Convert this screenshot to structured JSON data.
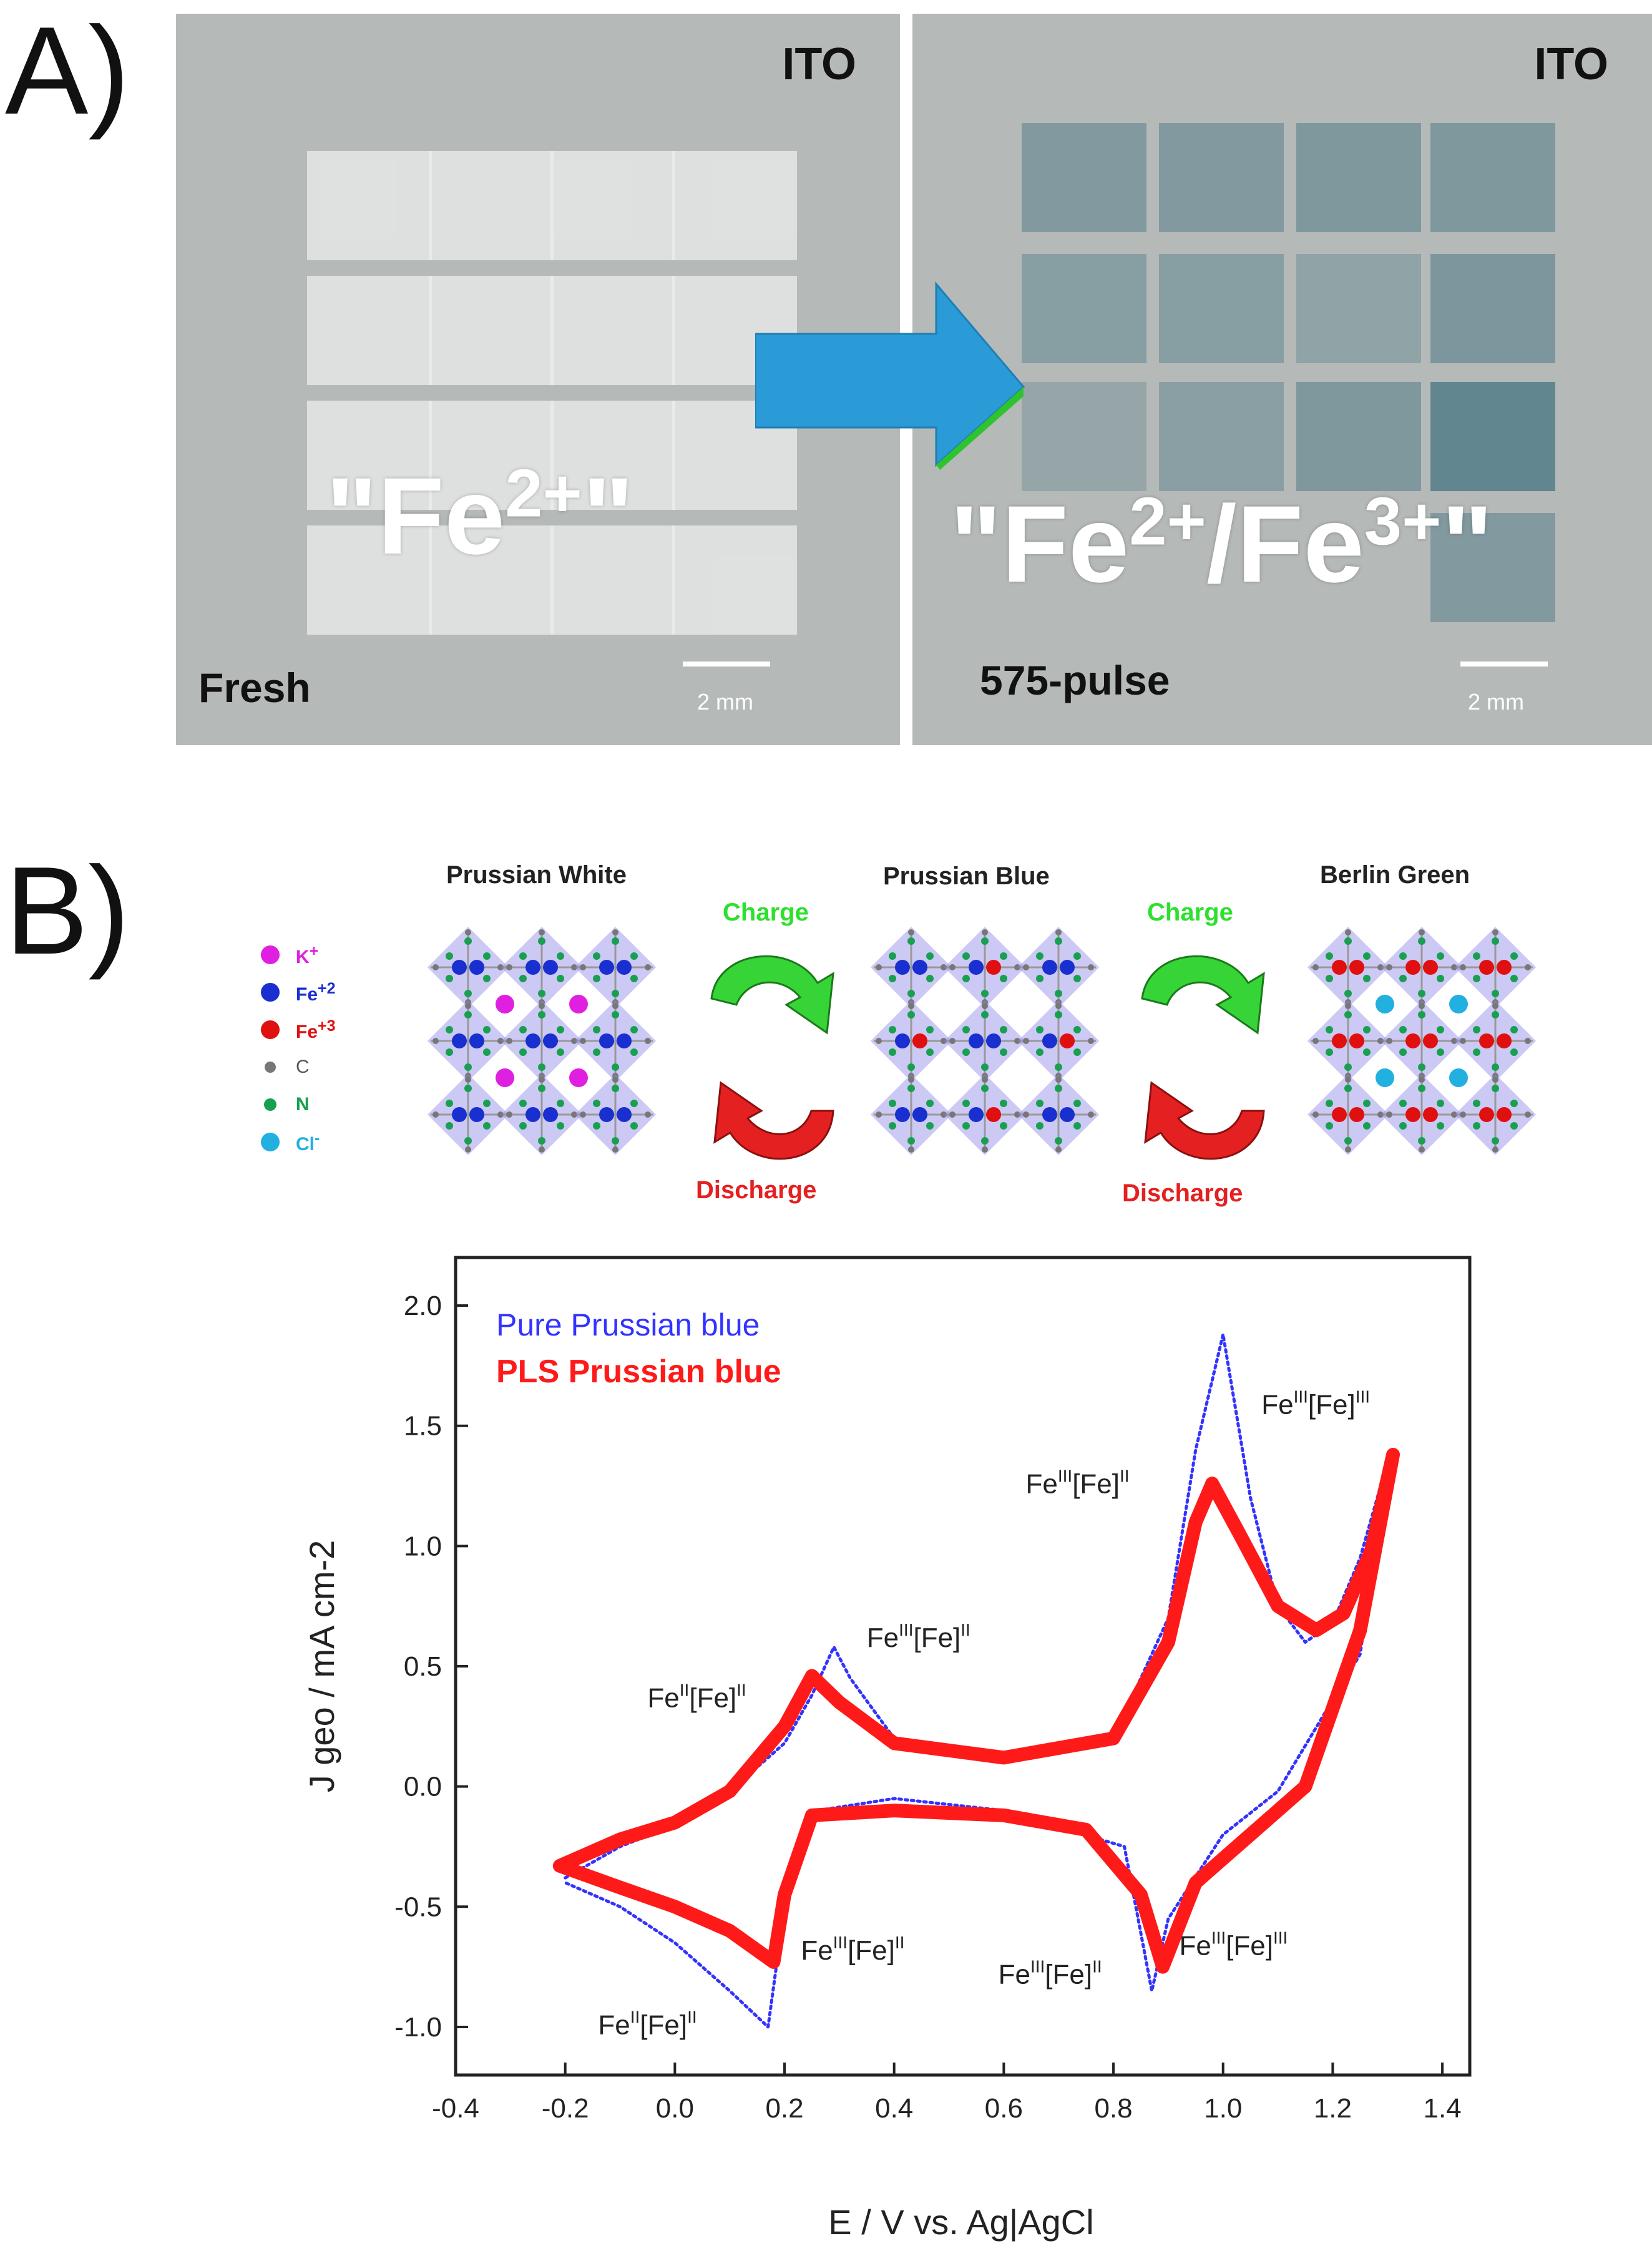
{
  "panel_a": {
    "letter": "A)",
    "left_photo": {
      "substrate": "ITO",
      "state": "Fresh",
      "ion": "Fe",
      "ion_sup": "2+",
      "scale": "2 mm"
    },
    "right_photo": {
      "substrate": "ITO",
      "state": "575-pulse",
      "ion_a": "Fe",
      "ion_a_sup": "2+",
      "ion_sep": "/Fe",
      "ion_b_sup": "3+",
      "scale": "2 mm"
    },
    "colors": {
      "photo_bg": "#b5b9b8",
      "arrow": "#2a9bd6"
    }
  },
  "panel_b": {
    "letter": "B)",
    "phases": [
      "Prussian White",
      "Prussian Blue",
      "Berlin Green"
    ],
    "cycle_labels": {
      "charge": "Charge",
      "discharge": "Discharge"
    },
    "legend": [
      {
        "label": "K",
        "sup": "+",
        "color": "#e020e0"
      },
      {
        "label": "Fe",
        "sup": "+2",
        "color": "#1a2fd0"
      },
      {
        "label": "Fe",
        "sup": "+3",
        "color": "#e01010"
      },
      {
        "label": "C",
        "sup": "",
        "color": "#777777"
      },
      {
        "label": "N",
        "sup": "",
        "color": "#18a050"
      },
      {
        "label": "Cl",
        "sup": "-",
        "color": "#22b0e0"
      }
    ]
  },
  "chart_data": {
    "type": "line",
    "title": "",
    "xlabel": "E / V vs. Ag|AgCl",
    "ylabel": "J geo / mA cm-2",
    "xlim": [
      -0.4,
      1.45
    ],
    "ylim": [
      -1.2,
      2.2
    ],
    "x_ticks": [
      "-0.4",
      "-0.2",
      "0.0",
      "0.2",
      "0.4",
      "0.6",
      "0.8",
      "1.0",
      "1.2",
      "1.4"
    ],
    "y_ticks": [
      "-1.0",
      "-0.5",
      "0.0",
      "0.5",
      "1.0",
      "1.5",
      "2.0"
    ],
    "legend_position": "top-left",
    "series": [
      {
        "name": "Pure Prussian blue",
        "color": "#3333ff",
        "style": "dotted",
        "x": [
          -0.2,
          -0.1,
          0.0,
          0.1,
          0.2,
          0.25,
          0.29,
          0.32,
          0.4,
          0.6,
          0.8,
          0.9,
          0.95,
          1.0,
          1.05,
          1.1,
          1.15,
          1.2,
          1.25,
          1.3,
          1.25,
          1.1,
          1.0,
          0.9,
          0.87,
          0.82,
          0.6,
          0.4,
          0.26,
          0.2,
          0.17,
          0.1,
          0.0,
          -0.1,
          -0.2
        ],
        "y": [
          -0.38,
          -0.25,
          -0.16,
          -0.02,
          0.18,
          0.38,
          0.58,
          0.45,
          0.2,
          0.13,
          0.2,
          0.7,
          1.4,
          1.88,
          1.2,
          0.75,
          0.6,
          0.68,
          0.95,
          1.35,
          0.55,
          -0.02,
          -0.2,
          -0.55,
          -0.85,
          -0.25,
          -0.1,
          -0.05,
          -0.1,
          -0.5,
          -1.0,
          -0.85,
          -0.65,
          -0.5,
          -0.4
        ]
      },
      {
        "name": "PLS Prussian blue",
        "color": "#ff1a1a",
        "style": "solid",
        "x": [
          -0.21,
          -0.1,
          0.0,
          0.1,
          0.2,
          0.25,
          0.3,
          0.4,
          0.6,
          0.8,
          0.9,
          0.95,
          0.98,
          1.03,
          1.1,
          1.17,
          1.22,
          1.27,
          1.31,
          1.25,
          1.15,
          1.05,
          0.95,
          0.89,
          0.85,
          0.75,
          0.6,
          0.4,
          0.25,
          0.2,
          0.18,
          0.1,
          0.0,
          -0.1,
          -0.21
        ],
        "y": [
          -0.33,
          -0.22,
          -0.15,
          -0.02,
          0.25,
          0.46,
          0.35,
          0.18,
          0.12,
          0.2,
          0.6,
          1.1,
          1.26,
          1.05,
          0.75,
          0.65,
          0.72,
          0.98,
          1.38,
          0.65,
          0.0,
          -0.2,
          -0.4,
          -0.75,
          -0.45,
          -0.18,
          -0.12,
          -0.1,
          -0.12,
          -0.45,
          -0.73,
          -0.6,
          -0.5,
          -0.42,
          -0.33
        ]
      }
    ],
    "annotations": [
      {
        "base": "Fe",
        "s1": "III",
        "mid": "[Fe]",
        "s2": "III",
        "x": 1.07,
        "y": 1.55
      },
      {
        "base": "Fe",
        "s1": "III",
        "mid": "[Fe]",
        "s2": "II",
        "x": 0.64,
        "y": 1.22
      },
      {
        "base": "Fe",
        "s1": "III",
        "mid": "[Fe]",
        "s2": "II",
        "x": 0.35,
        "y": 0.58
      },
      {
        "base": "Fe",
        "s1": "II",
        "mid": "[Fe]",
        "s2": "II",
        "x": -0.05,
        "y": 0.33
      },
      {
        "base": "Fe",
        "s1": "III",
        "mid": "[Fe]",
        "s2": "II",
        "x": 0.23,
        "y": -0.72
      },
      {
        "base": "Fe",
        "s1": "II",
        "mid": "[Fe]",
        "s2": "II",
        "x": -0.14,
        "y": -1.03
      },
      {
        "base": "Fe",
        "s1": "III",
        "mid": "[Fe]",
        "s2": "III",
        "x": 0.92,
        "y": -0.7
      },
      {
        "base": "Fe",
        "s1": "III",
        "mid": "[Fe]",
        "s2": "II",
        "x": 0.59,
        "y": -0.82
      }
    ]
  }
}
